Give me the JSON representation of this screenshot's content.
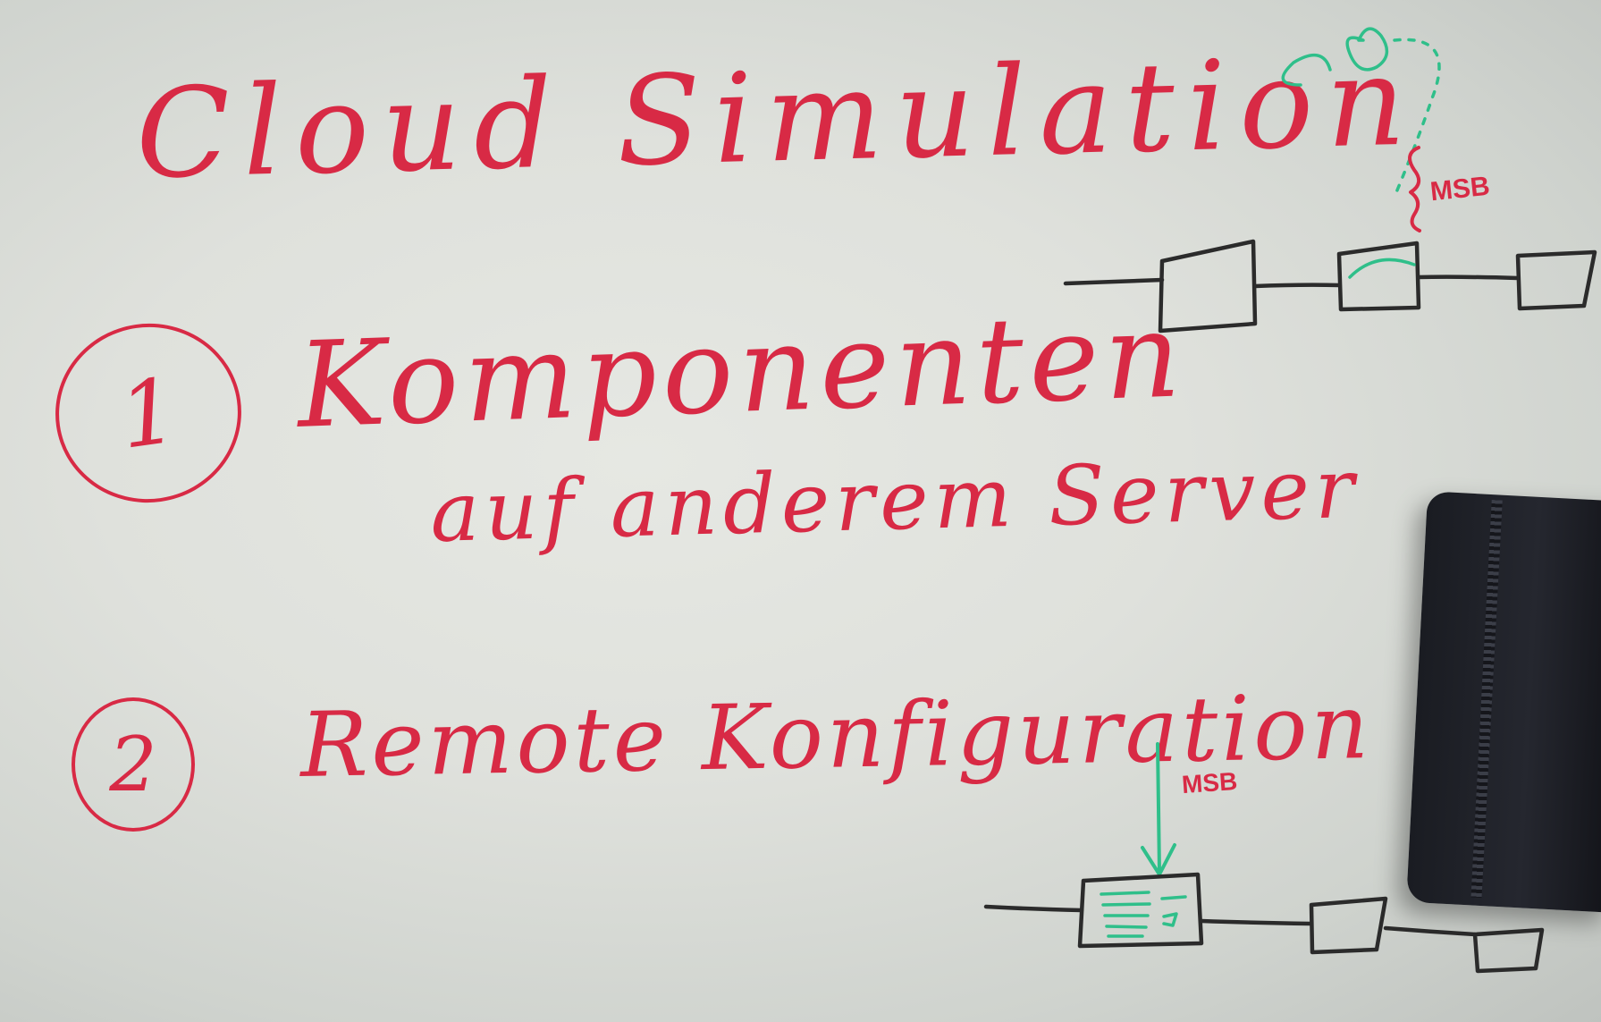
{
  "title": "Cloud Simulation",
  "items": [
    {
      "number": "1",
      "line1": "Komponenten",
      "line2": "auf anderem Server"
    },
    {
      "number": "2",
      "line1": "Remote Konfiguration"
    }
  ],
  "diagram_top": {
    "label": "MSB"
  },
  "diagram_bottom": {
    "label": "MSB"
  },
  "colors": {
    "red_marker": "#d82a45",
    "black_marker": "#2b2b2b",
    "green_marker": "#2fbf8a",
    "board": "#e2e4df",
    "magnet": "#1c1e24"
  }
}
